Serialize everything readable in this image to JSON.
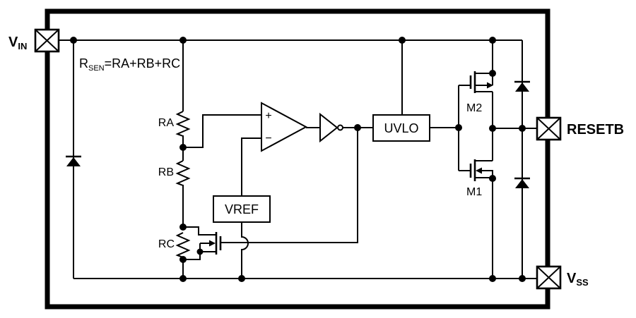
{
  "diagram": {
    "title": "reset-supervisor-ic-block-diagram",
    "colors": {
      "line": "#000000",
      "background": "#ffffff"
    },
    "pins": {
      "vin": {
        "label": "V",
        "sub": "IN"
      },
      "resetb": {
        "label": "RESETB"
      },
      "vss": {
        "label": "V",
        "sub": "SS"
      }
    },
    "formula": {
      "r": "R",
      "sub": "SEN",
      "rest": "=RA+RB+RC"
    },
    "resistors": {
      "ra": "RA",
      "rb": "RB",
      "rc": "RC"
    },
    "blocks": {
      "uvlo": "UVLO",
      "vref": "VREF"
    },
    "transistors": {
      "m2": "M2",
      "m1": "M1"
    },
    "comparator": {
      "plus": "+",
      "minus": "−"
    }
  }
}
